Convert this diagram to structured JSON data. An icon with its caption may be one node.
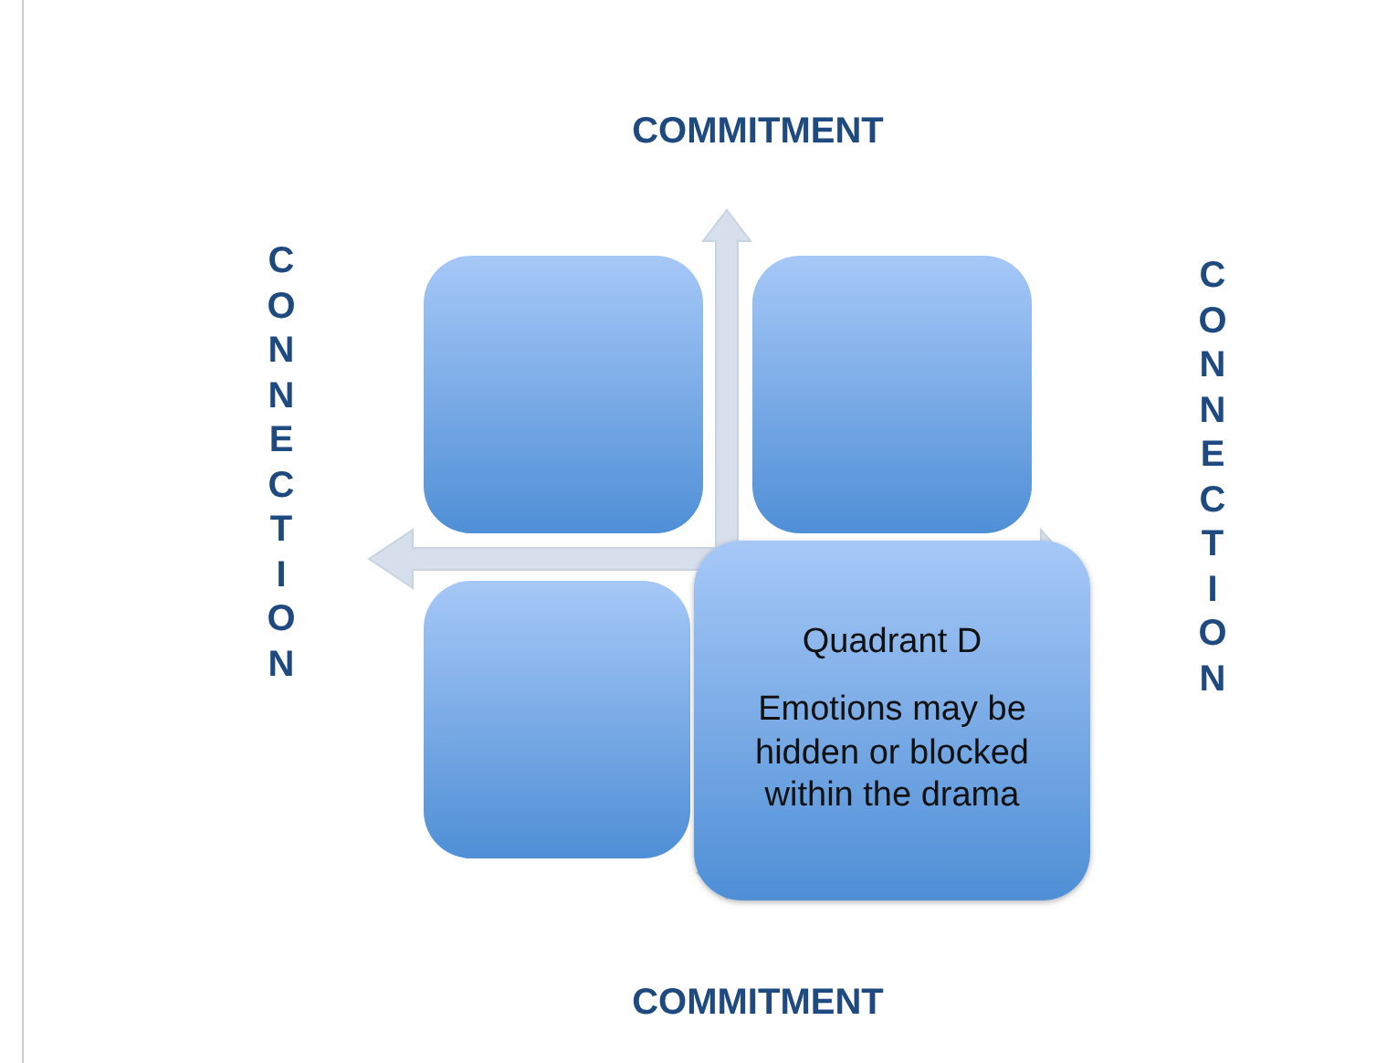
{
  "diagram": {
    "nodes": [
      {
        "text": [],
        "shape": "box"
      },
      {
        "text": [],
        "shape": "box"
      },
      {
        "text": [],
        "shape": "box"
      },
      {
        "text": [
          "Quadrant D",
          "Emotions may be hidden or blocked within the drama"
        ]
      }
    ],
    "labels": [
      "COMMITMENT",
      "CONNECTION",
      "CONNECTION",
      "COMMITMENT"
    ]
  }
}
